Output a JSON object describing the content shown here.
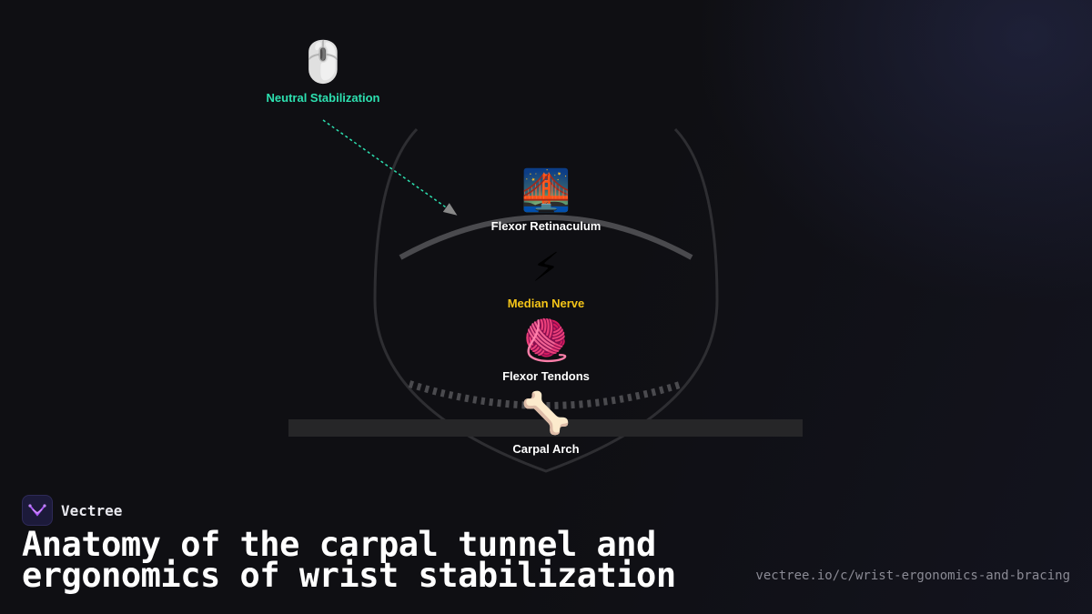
{
  "diagram": {
    "nodes": [
      {
        "id": "neutral",
        "icon": "computer-mouse-icon",
        "emoji": "🖱️",
        "label": "Neutral Stabilization",
        "color": "#2de0b0"
      },
      {
        "id": "retinaculum",
        "icon": "bridge-icon",
        "emoji": "🌉",
        "label": "Flexor Retinaculum",
        "color": "#ffffff"
      },
      {
        "id": "nerve",
        "icon": "lightning-icon",
        "emoji": "⚡",
        "label": "Median Nerve",
        "color": "#f5c518"
      },
      {
        "id": "tendons",
        "icon": "yarn-icon",
        "emoji": "🧶",
        "label": "Flexor Tendons",
        "color": "#ffffff"
      },
      {
        "id": "carpal",
        "icon": "bone-icon",
        "emoji": "🦴",
        "label": "Carpal Arch",
        "color": "#ffffff"
      }
    ],
    "arrow": {
      "from": "neutral",
      "to": "retinaculum",
      "color": "#2de0b0"
    }
  },
  "brand": {
    "name": "Vectree",
    "logo_icon": "vectree-logo-icon",
    "accent": "#a855f7"
  },
  "title": "Anatomy of the carpal tunnel and ergonomics of wrist stabilization",
  "url": "vectree.io/c/wrist-ergonomics-and-bracing"
}
